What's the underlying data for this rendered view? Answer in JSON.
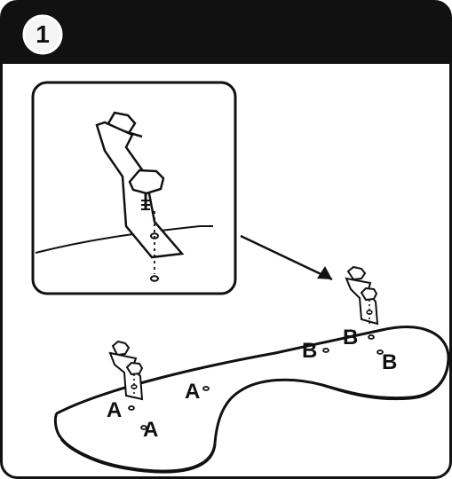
{
  "step_number": "1",
  "labels": {
    "left_a_1": "A",
    "left_a_2": "A",
    "mid_a": "A",
    "right_b_1": "B",
    "right_b_2": "B",
    "right_b_3": "B"
  },
  "colors": {
    "frame": "#111111",
    "header": "#111111",
    "paper": "#ffffff",
    "step_badge": "#f5f5f5",
    "line": "#111111"
  }
}
